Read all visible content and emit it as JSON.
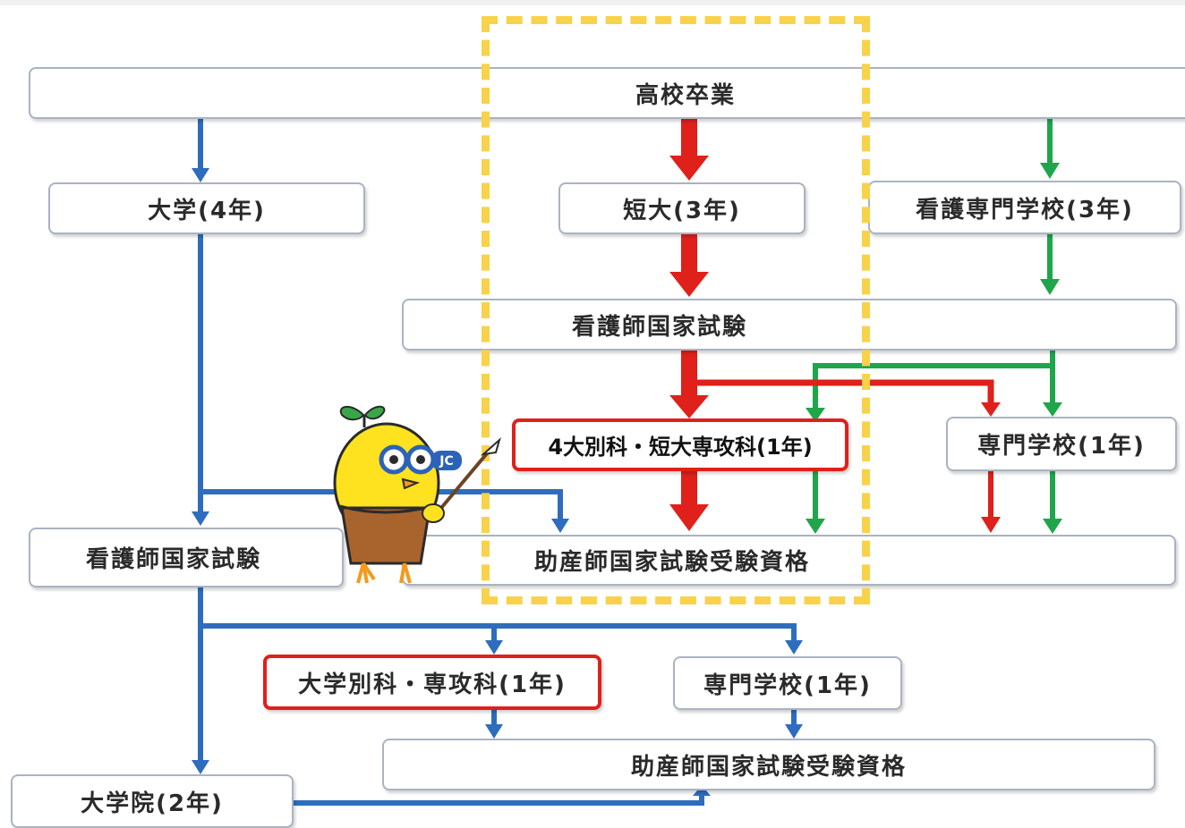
{
  "colors": {
    "red_route": "#e0201a",
    "green_route": "#1fa64a",
    "blue_route": "#2e6dbd",
    "highlight_frame": "#f8d24a"
  },
  "nodes": {
    "highschool": "高校卒業",
    "university": "大学(4年)",
    "junior_college": "短大(3年)",
    "nursing_school": "看護専門学校(3年)",
    "nurse_exam_right": "看護師国家試験",
    "nurse_exam_left": "看護師国家試験",
    "special_course_short": "4大別科・短大専攻科(1年)",
    "vocational_right": "専門学校(1年)",
    "midwife_qual_top": "助産師国家試験受験資格",
    "univ_special_course": "大学別科・専攻科(1年)",
    "vocational_bottom": "専門学校(1年)",
    "midwife_qual_bottom": "助産師国家試験受験資格",
    "graduate_school": "大学院(2年)"
  },
  "mascot": {
    "name": "yellow-bird-mascot",
    "badge_text": "JC"
  }
}
